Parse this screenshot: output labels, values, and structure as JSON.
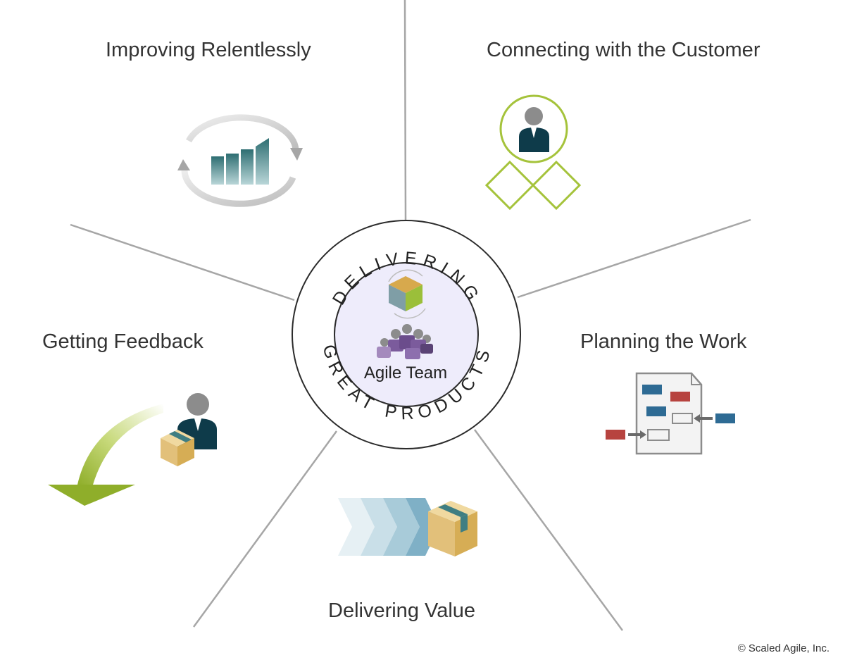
{
  "center": {
    "ring_top_text": "DELIVERING",
    "ring_bottom_text": "GREAT PRODUCTS",
    "inner_label": "Agile Team"
  },
  "segments": [
    {
      "label": "Improving Relentlessly",
      "icon": "improvement-cycle-icon"
    },
    {
      "label": "Connecting with the Customer",
      "icon": "customer-icon"
    },
    {
      "label": "Getting Feedback",
      "icon": "feedback-icon"
    },
    {
      "label": "Planning the Work",
      "icon": "planning-board-icon"
    },
    {
      "label": "Delivering Value",
      "icon": "delivery-chevrons-icon"
    }
  ],
  "copyright": "© Scaled Agile, Inc.",
  "colors": {
    "spoke": "#a6a6a6",
    "text": "#333333",
    "customer_green": "#a5c33b",
    "teal": "#3f7e82",
    "person_dark": "#0e3b4a",
    "person_head": "#8c8c8c",
    "team_purple": "#7b5b9c",
    "box_tan": "#d6ad55",
    "board_blue": "#2e6b94",
    "board_red": "#b7433f",
    "inner_circle_fill": "#eeecfb"
  }
}
